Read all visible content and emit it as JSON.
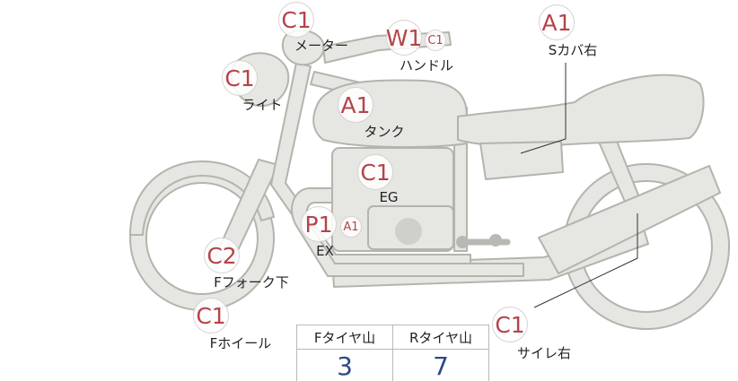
{
  "markers": {
    "meter": {
      "code": "C1",
      "label": "メーター"
    },
    "handle": {
      "code": "W1",
      "sub_code": "C1",
      "label": "ハンドル"
    },
    "side_cover_right": {
      "code": "A1",
      "label": "Sカバ右"
    },
    "light": {
      "code": "C1",
      "label": "ライト"
    },
    "tank": {
      "code": "A1",
      "label": "タンク"
    },
    "engine": {
      "code": "C1",
      "label": "EG"
    },
    "exhaust": {
      "code": "P1",
      "sub_code": "A1",
      "label": "EX"
    },
    "front_fork_lower": {
      "code": "C2",
      "label": "Fフォーク下"
    },
    "front_wheel": {
      "code": "C1",
      "label": "Fホイール"
    },
    "silencer_right": {
      "code": "C1",
      "label": "サイレ右"
    }
  },
  "tire_table": {
    "front_header": "Fタイヤ山",
    "rear_header": "Rタイヤ山",
    "front_value": "3",
    "rear_value": "7"
  },
  "colors": {
    "code": "#b5434a",
    "value": "#2d4a86",
    "body": "#e6e6e2"
  }
}
